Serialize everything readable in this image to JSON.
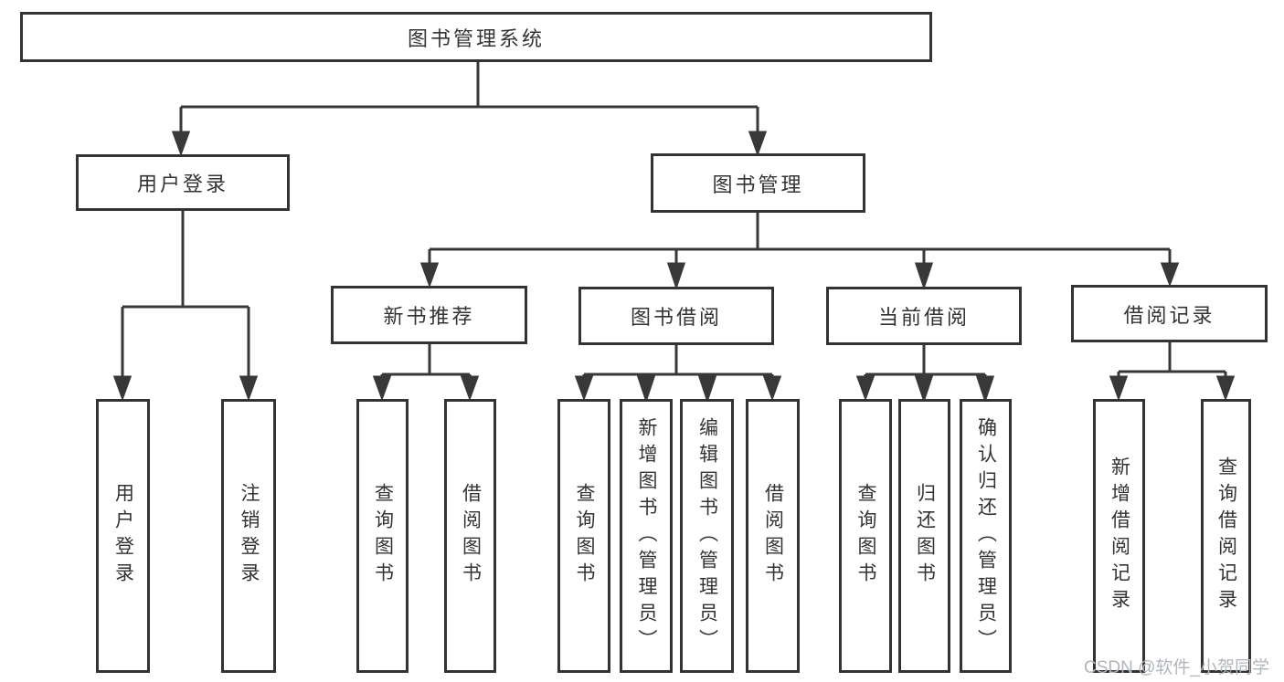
{
  "diagram_title": "图书管理系统",
  "nodes": {
    "root": "图书管理系统",
    "user_login": "用户登录",
    "book_management": "图书管理",
    "new_book_recommend": "新书推荐",
    "book_borrowing": "图书借阅",
    "current_borrowing": "当前借阅",
    "borrowing_records": "借阅记录",
    "user_login_leaf": "用户登录",
    "logout_leaf": "注销登录",
    "query_books_recommend": "查询图书",
    "borrow_books_recommend": "借阅图书",
    "query_books_borrowing": "查询图书",
    "add_books_admin": "新增图书（管理员）",
    "edit_books_admin": "编辑图书（管理员）",
    "borrow_books_borrowing": "借阅图书",
    "query_books_current": "查询图书",
    "return_books": "归还图书",
    "confirm_return_admin": "确认归还（管理员）",
    "add_borrow_record": "新增借阅记录",
    "query_borrow_record": "查询借阅记录"
  },
  "hierarchy": {
    "图书管理系统": {
      "用户登录": [
        "用户登录",
        "注销登录"
      ],
      "图书管理": {
        "新书推荐": [
          "查询图书",
          "借阅图书"
        ],
        "图书借阅": [
          "查询图书",
          "新增图书（管理员）",
          "编辑图书（管理员）",
          "借阅图书"
        ],
        "当前借阅": [
          "查询图书",
          "归还图书",
          "确认归还（管理员）"
        ],
        "借阅记录": [
          "新增借阅记录",
          "查询借阅记录"
        ]
      }
    }
  },
  "watermark": {
    "text": "CSDN @软件_小贺同学"
  },
  "colors": {
    "line": "#383838",
    "box_border": "#333333",
    "text": "#333333",
    "background": "#ffffff",
    "watermark": "#b2b6bb"
  }
}
